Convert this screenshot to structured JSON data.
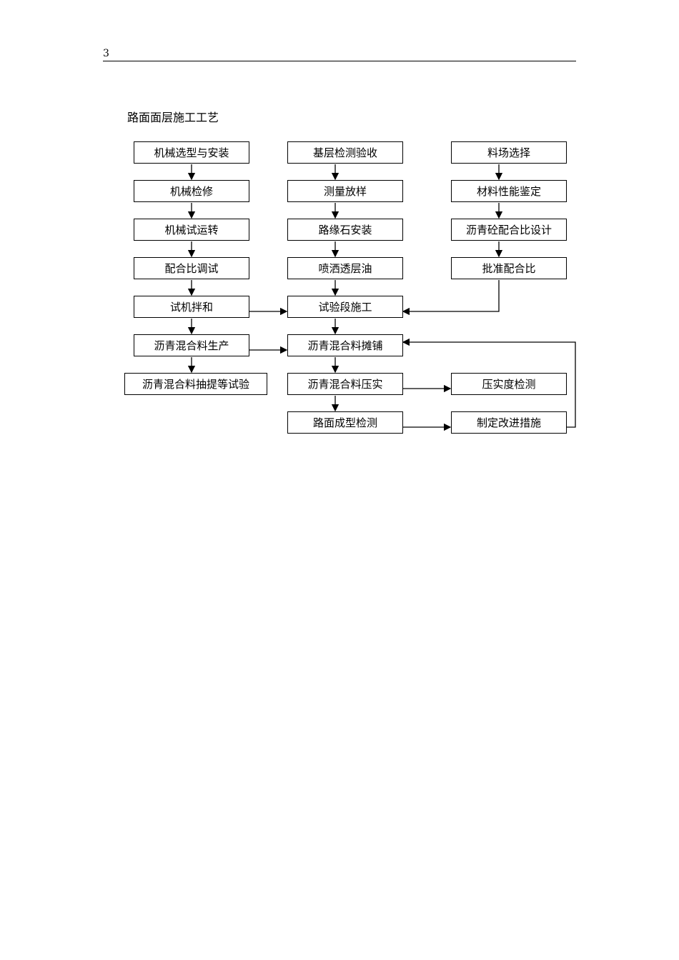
{
  "page_number": "3",
  "title": "路面面层施工工艺",
  "flowchart": {
    "col1": [
      "机械选型与安装",
      "机械检修",
      "机械试运转",
      "配合比调试",
      "试机拌和",
      "沥青混合料生产",
      "沥青混合料抽提等试验"
    ],
    "col2": [
      "基层检测验收",
      "测量放样",
      "路缘石安装",
      "喷洒透层油",
      "试验段施工",
      "沥青混合料摊铺",
      "沥青混合料压实",
      "路面成型检测"
    ],
    "col3": [
      "料场选择",
      "材料性能鉴定",
      "沥青砼配合比设计",
      "批准配合比",
      "压实度检测",
      "制定改进措施"
    ]
  }
}
